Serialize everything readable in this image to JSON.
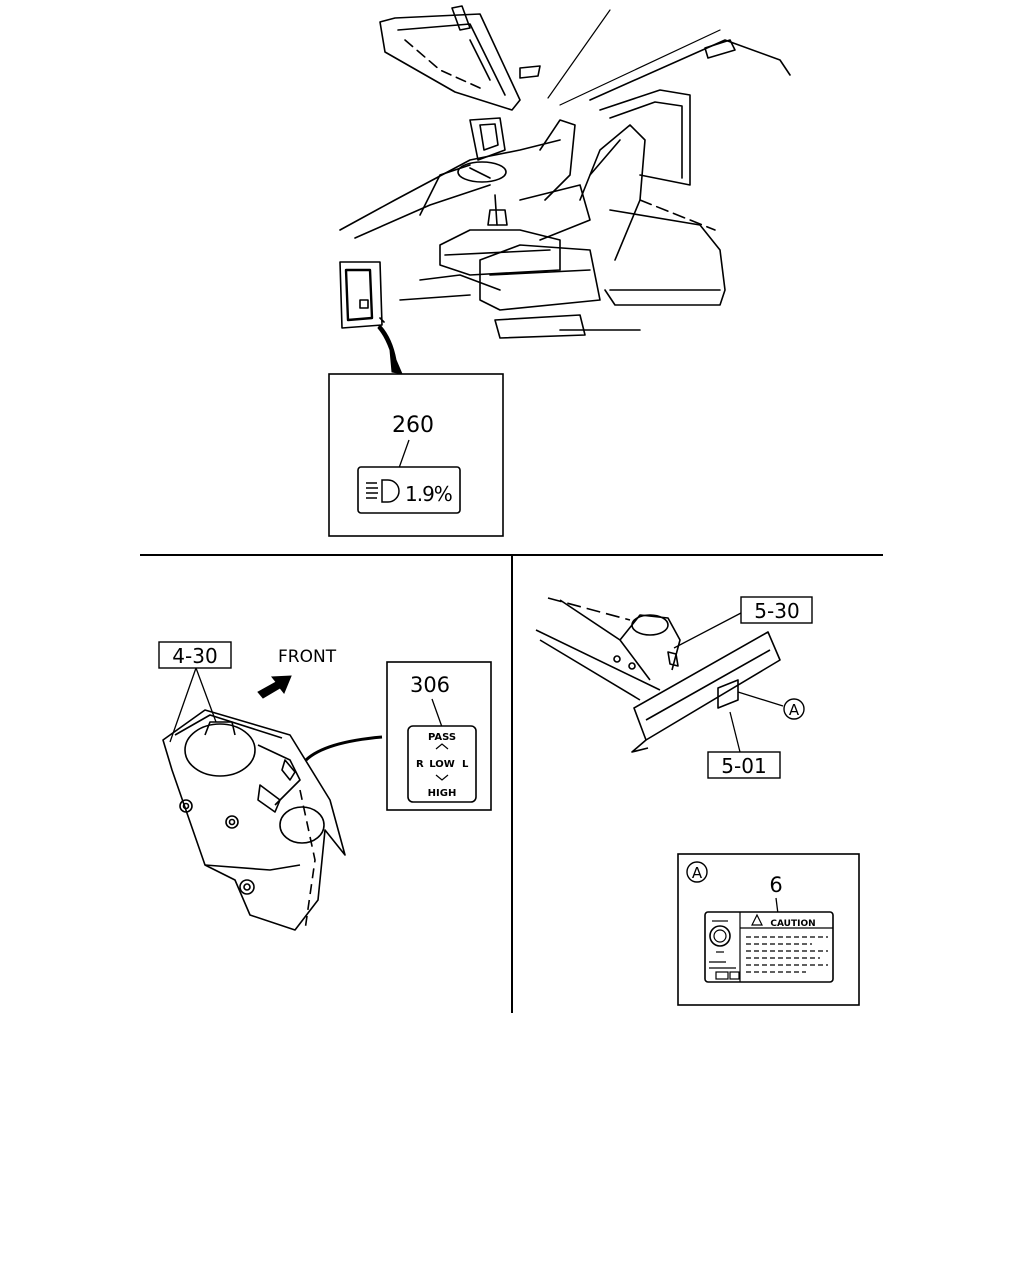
{
  "callouts": {
    "headlamp_label": "260",
    "headlamp_value": "1.9%",
    "switch_ref": "4-30",
    "front_label": "FRONT",
    "switch_label": "306",
    "switch_pass": "PASS",
    "switch_low": "R",
    "switch_low_text": "LOW",
    "switch_l": "L",
    "switch_high": "HIGH",
    "frame_ref_top": "5-30",
    "frame_ref_bottom": "5-01",
    "marker_a": "A",
    "detail_a": "A",
    "caution_label": "6",
    "caution_text": "CAUTION"
  },
  "icons": {
    "headlamp": "headlamp-icon",
    "arrow": "front-arrow-icon",
    "warning": "warning-triangle-icon"
  }
}
